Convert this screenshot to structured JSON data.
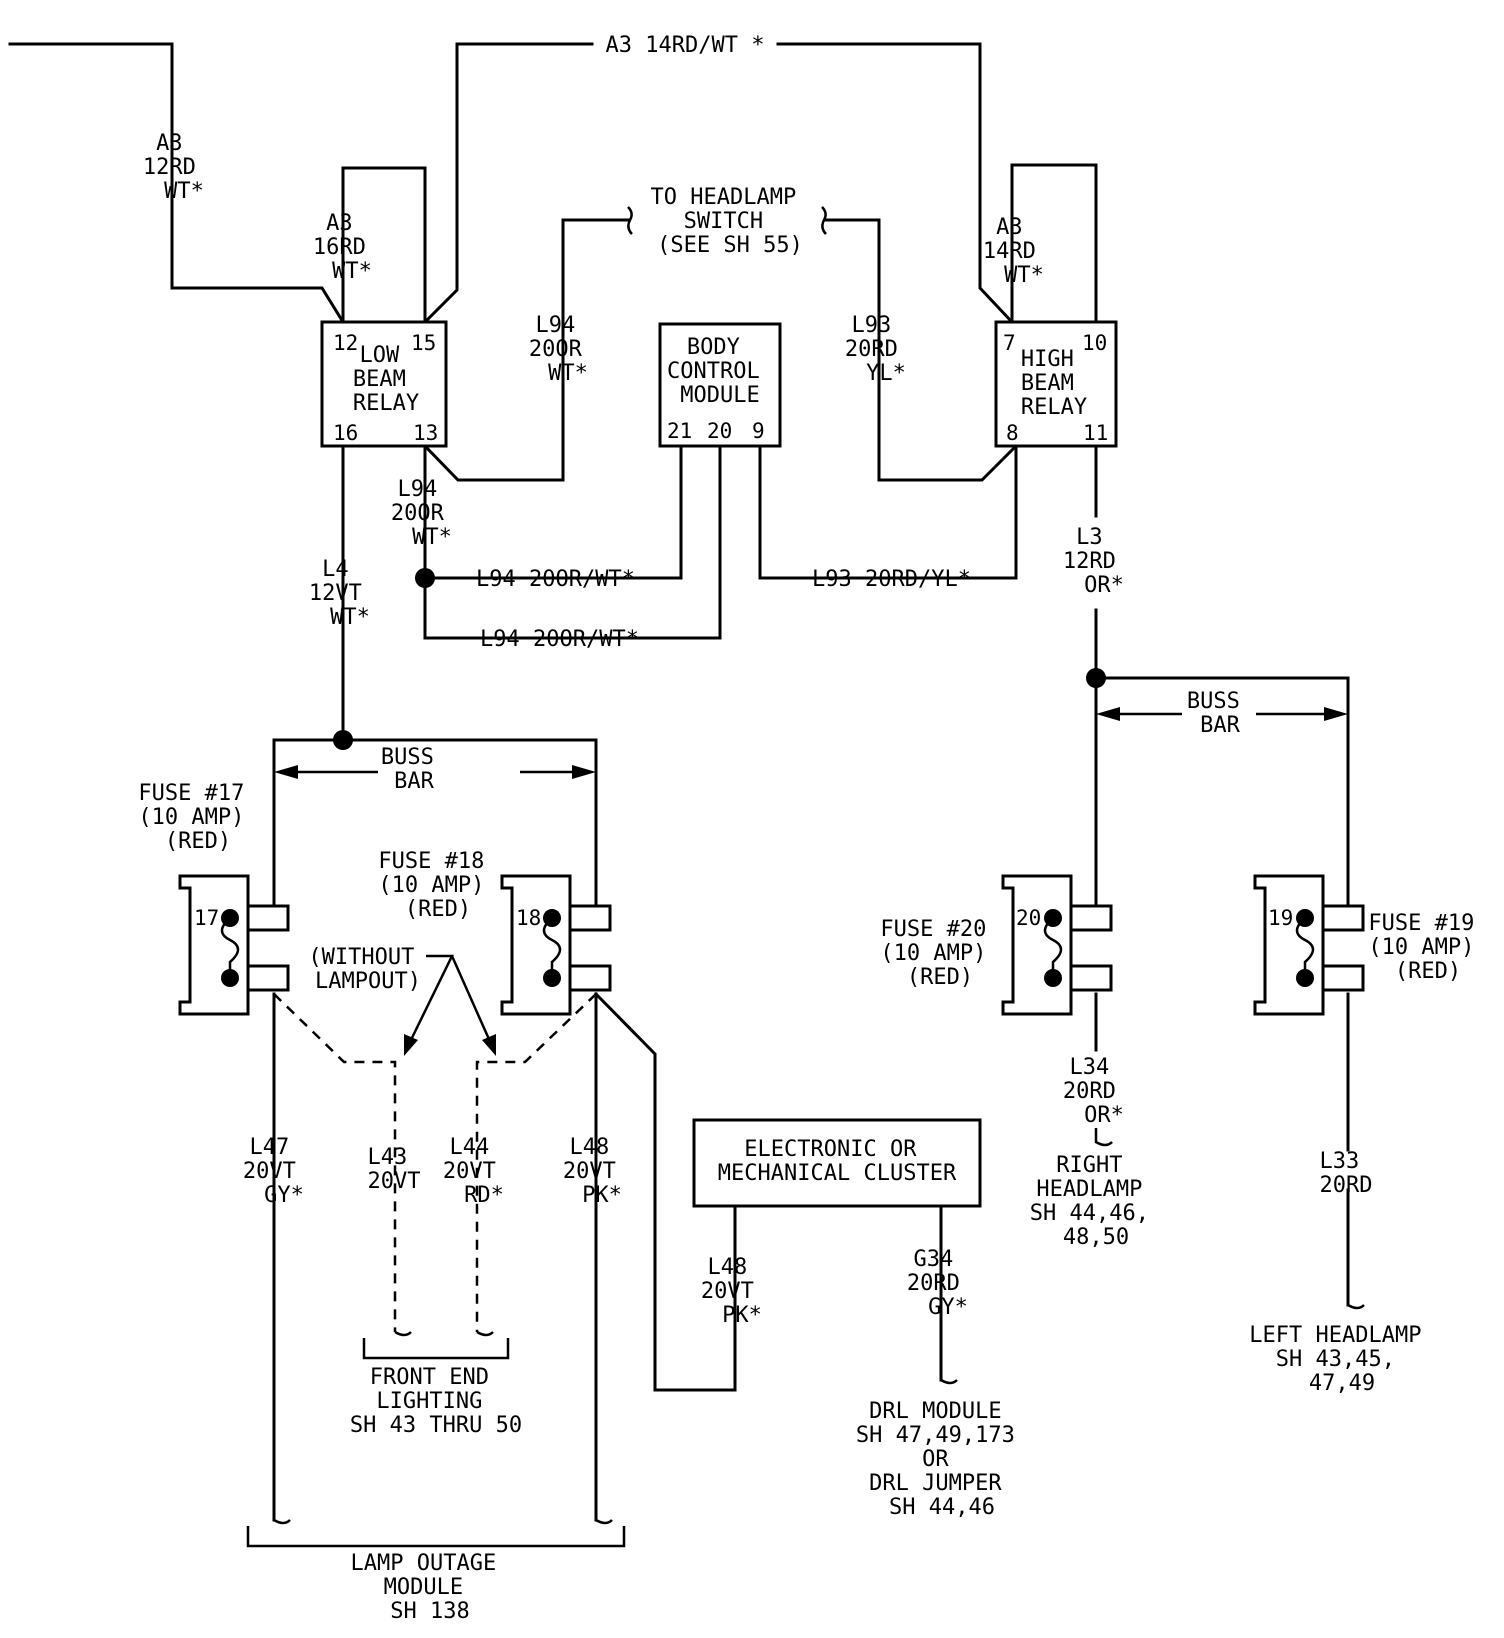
{
  "low_beam_relay": {
    "lines": [
      "LOW",
      "BEAM",
      "RELAY"
    ],
    "pins": [
      "12",
      "15",
      "16",
      "13"
    ]
  },
  "high_beam_relay": {
    "lines": [
      "HIGH",
      "BEAM",
      "RELAY"
    ],
    "pins": [
      "7",
      "10",
      "8",
      "11"
    ]
  },
  "body_control_module": {
    "lines": [
      "BODY",
      "CONTROL",
      "MODULE"
    ],
    "pins": [
      "21",
      "20",
      "9"
    ]
  },
  "cluster": {
    "lines": [
      "ELECTRONIC OR",
      "MECHANICAL CLUSTER"
    ]
  },
  "headlamp_switch": {
    "lines": [
      "TO HEADLAMP",
      "SWITCH",
      "(SEE SH 55)"
    ]
  },
  "wires": {
    "a3_top": "A3 14RD/WT *",
    "a3_left": [
      "A3",
      "12RD",
      "WT*"
    ],
    "a3_low": [
      "A3",
      "16RD",
      "WT*"
    ],
    "a3_high": [
      "A3",
      "14RD",
      "WT*"
    ],
    "l94_upper": [
      "L94",
      "20OR",
      "WT*"
    ],
    "l93_upper": [
      "L93",
      "20RD",
      "YL*"
    ],
    "l94_lower": [
      "L94",
      "20OR",
      "WT*"
    ],
    "l94_h1": "L94 20OR/WT*",
    "l94_h2": "L94 20OR/WT*",
    "l93_h": "L93 20RD/YL*",
    "l4": [
      "L4",
      "12VT",
      "WT*"
    ],
    "l3": [
      "L3",
      "12RD",
      "OR*"
    ],
    "l47": [
      "L47",
      "20VT",
      "GY*"
    ],
    "l43": [
      "L43",
      "20VT"
    ],
    "l44": [
      "L44",
      "20VT",
      "RD*"
    ],
    "l48": [
      "L48",
      "20VT",
      "PK*"
    ],
    "l48_cluster": [
      "L48",
      "20VT",
      "PK*"
    ],
    "g34": [
      "G34",
      "20RD",
      "GY*"
    ],
    "l34": [
      "L34",
      "20RD",
      "OR*"
    ],
    "l33": [
      "L33",
      "20RD"
    ]
  },
  "buss_bar": [
    "BUSS",
    "BAR"
  ],
  "fuses": {
    "f17": {
      "num": "17",
      "lines": [
        "FUSE #17",
        "(10 AMP)",
        "(RED)"
      ]
    },
    "f18": {
      "num": "18",
      "lines": [
        "FUSE #18",
        "(10 AMP)",
        "(RED)"
      ]
    },
    "f20": {
      "num": "20",
      "lines": [
        "FUSE #20",
        "(10 AMP)",
        "(RED)"
      ]
    },
    "f19": {
      "num": "19",
      "lines": [
        "FUSE #19",
        "(10 AMP)",
        "(RED)"
      ]
    }
  },
  "without_lampout": [
    "(WITHOUT",
    "LAMPOUT)"
  ],
  "destinations": {
    "front_end": [
      "FRONT END",
      "LIGHTING",
      "SH 43 THRU 50"
    ],
    "lamp_outage": [
      "LAMP OUTAGE",
      "MODULE",
      "SH 138"
    ],
    "drl": [
      "DRL MODULE",
      "SH 47,49,173",
      "OR",
      "DRL JUMPER",
      "SH 44,46"
    ],
    "right_headlamp": [
      "RIGHT",
      "HEADLAMP",
      "SH 44,46,",
      "48,50"
    ],
    "left_headlamp": [
      "LEFT HEADLAMP",
      "SH 43,45,",
      "47,49"
    ]
  }
}
